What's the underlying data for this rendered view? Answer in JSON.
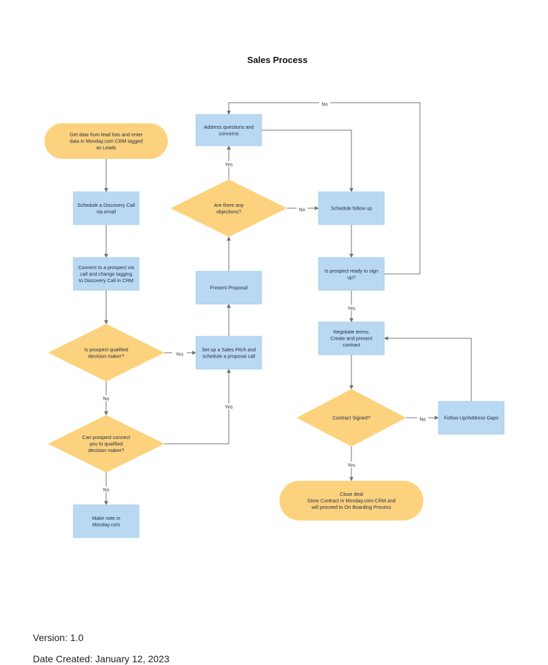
{
  "document": {
    "title": "Sales Process",
    "version": "Version: 1.0",
    "date_created": "Date Created: January 12, 2023"
  },
  "colors": {
    "terminal": "#fdd27e",
    "process": "#b9d9f2",
    "decision": "#fdd27e",
    "line": "#707070"
  },
  "nodes": [
    {
      "id": "start",
      "shape": "terminal",
      "lines": [
        "Get data from lead lists and enter",
        "data in Monday.com CRM tagged",
        "as Leads"
      ]
    },
    {
      "id": "schedule-discovery",
      "shape": "process",
      "lines": [
        "Schedule a Discovery Call",
        "via email"
      ]
    },
    {
      "id": "connect-prospect",
      "shape": "process",
      "lines": [
        "Connect to a prospect via",
        "call and change tagging",
        "to Discovery Call in CRM"
      ]
    },
    {
      "id": "qualified",
      "shape": "decision",
      "lines": [
        "Is prospect qualified",
        "decision maker?"
      ]
    },
    {
      "id": "can-connect",
      "shape": "decision",
      "lines": [
        "Can prospect connect",
        "you to qualified",
        "decision maker?"
      ]
    },
    {
      "id": "make-note",
      "shape": "process",
      "lines": [
        "Make note in",
        "Monday.com"
      ]
    },
    {
      "id": "sales-pitch",
      "shape": "process",
      "lines": [
        "Set up a Sales Pitch and",
        "schedule a proposal call"
      ]
    },
    {
      "id": "present-proposal",
      "shape": "process",
      "lines": [
        "Present Proposal"
      ]
    },
    {
      "id": "objections",
      "shape": "decision",
      "lines": [
        "Are there any",
        "objections?"
      ]
    },
    {
      "id": "address-questions",
      "shape": "process",
      "lines": [
        "Address questions and",
        "concerns"
      ]
    },
    {
      "id": "schedule-followup",
      "shape": "process",
      "lines": [
        "Schedule follow up"
      ]
    },
    {
      "id": "ready-sign",
      "shape": "process",
      "lines": [
        "Is prospect ready to sign",
        "up?"
      ]
    },
    {
      "id": "negotiate",
      "shape": "process",
      "lines": [
        "Negotiate terms;",
        "Create and present",
        "contract"
      ]
    },
    {
      "id": "contract-signed",
      "shape": "decision",
      "lines": [
        "Contract Signed?"
      ]
    },
    {
      "id": "followup-gaps",
      "shape": "process",
      "lines": [
        "Follow Up/Address Gaps"
      ]
    },
    {
      "id": "close-deal",
      "shape": "terminal",
      "lines": [
        "Close deal",
        "Store Contract in Monday.com CRM and",
        "will proceed to On Boarding Process"
      ]
    }
  ],
  "edges": [
    {
      "from": "start",
      "to": "schedule-discovery",
      "label": ""
    },
    {
      "from": "schedule-discovery",
      "to": "connect-prospect",
      "label": ""
    },
    {
      "from": "connect-prospect",
      "to": "qualified",
      "label": ""
    },
    {
      "from": "qualified",
      "to": "sales-pitch",
      "label": "Yes"
    },
    {
      "from": "qualified",
      "to": "can-connect",
      "label": "No"
    },
    {
      "from": "can-connect",
      "to": "sales-pitch",
      "label": "Yes"
    },
    {
      "from": "can-connect",
      "to": "make-note",
      "label": "No"
    },
    {
      "from": "sales-pitch",
      "to": "present-proposal",
      "label": ""
    },
    {
      "from": "present-proposal",
      "to": "objections",
      "label": ""
    },
    {
      "from": "objections",
      "to": "address-questions",
      "label": "Yes"
    },
    {
      "from": "objections",
      "to": "schedule-followup",
      "label": "No"
    },
    {
      "from": "address-questions",
      "to": "schedule-followup",
      "label": ""
    },
    {
      "from": "schedule-followup",
      "to": "ready-sign",
      "label": ""
    },
    {
      "from": "ready-sign",
      "to": "address-questions",
      "label": "No"
    },
    {
      "from": "ready-sign",
      "to": "negotiate",
      "label": "Yes"
    },
    {
      "from": "negotiate",
      "to": "contract-signed",
      "label": ""
    },
    {
      "from": "contract-signed",
      "to": "followup-gaps",
      "label": "No"
    },
    {
      "from": "followup-gaps",
      "to": "negotiate",
      "label": ""
    },
    {
      "from": "contract-signed",
      "to": "close-deal",
      "label": "Yes"
    }
  ]
}
